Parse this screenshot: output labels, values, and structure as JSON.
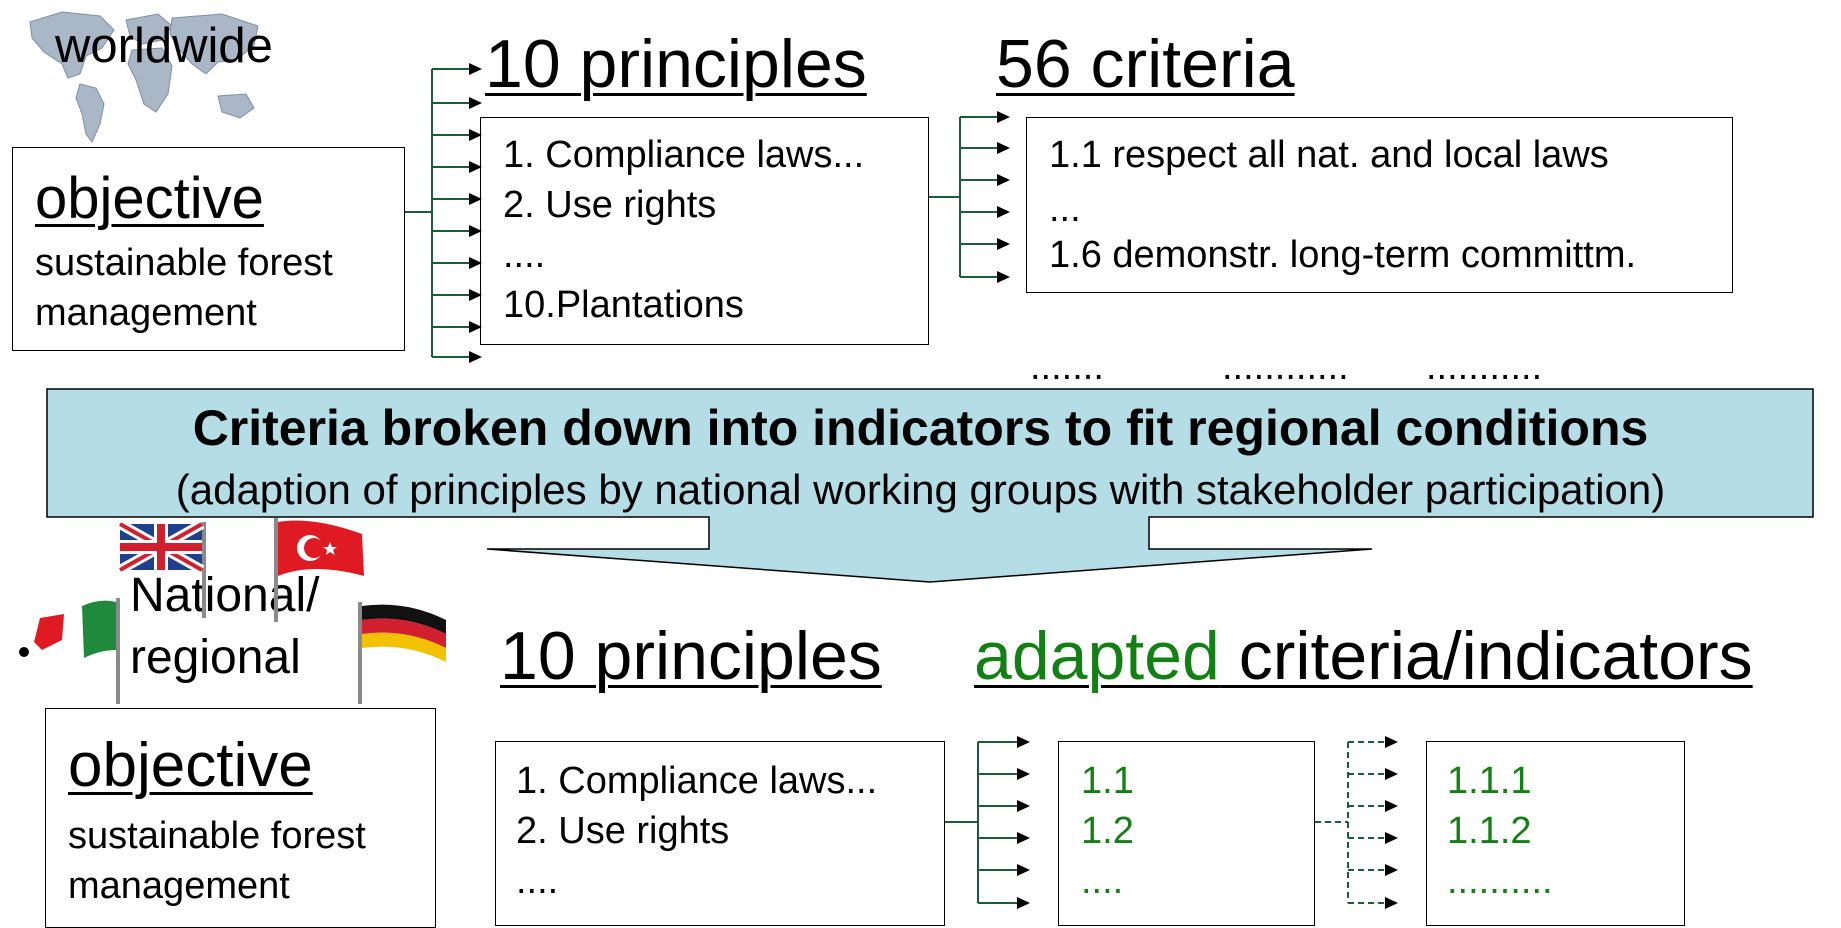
{
  "colors": {
    "banner_fill": "#b5dde5",
    "green_text": "#138013",
    "arrow_green": "#1d5c3a"
  },
  "top": {
    "region_label": "worldwide",
    "objective": {
      "heading": "objective",
      "line1": "sustainable forest",
      "line2": "management"
    },
    "principles": {
      "heading": "10 principles",
      "items": [
        "1. Compliance laws...",
        "2. Use rights",
        "....",
        "10.Plantations"
      ]
    },
    "criteria": {
      "heading": "56 criteria",
      "items": [
        "1.1 respect all nat. and local laws",
        "...",
        "1.6 demonstr. long-term committm."
      ]
    },
    "dots": [
      ".......",
      "............",
      "..........."
    ]
  },
  "banner": {
    "title": "Criteria broken down into indicators to fit regional conditions",
    "subtitle": "(adaption of principles by national working groups with stakeholder participation)"
  },
  "bottom": {
    "region_label_1": "National/",
    "region_label_2": "regional",
    "objective": {
      "heading": "objective",
      "line1": "sustainable forest",
      "line2": "management"
    },
    "principles": {
      "heading": "10 principles",
      "items": [
        "1. Compliance laws...",
        "2. Use rights",
        "...."
      ]
    },
    "adapted_heading_green": "adapted",
    "adapted_heading_rest": " criteria/indicators",
    "criteria_items": [
      "1.1",
      "1.2",
      "...."
    ],
    "indicator_items": [
      "1.1.1",
      "1.1.2",
      ".........."
    ]
  }
}
